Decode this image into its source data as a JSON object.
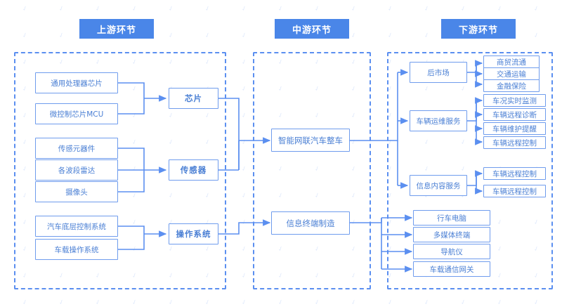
{
  "diagram": {
    "title_bar_color": "#4a86e8",
    "node_border_color": "#6f9ced",
    "node_text_color": "#4a7fd4",
    "container_border_color": "#5b8ff0",
    "wire_color": "#5b8ff0",
    "background": "#ffffff",
    "watermark_text": "✓"
  },
  "headers": [
    {
      "id": "upstream",
      "label": "上游环节"
    },
    {
      "id": "midstream",
      "label": "中游环节"
    },
    {
      "id": "downstream",
      "label": "下游环节"
    }
  ],
  "upstream": {
    "raw_materials": [
      {
        "label": "通用处理器芯片"
      },
      {
        "label": "微控制芯片MCU"
      },
      {
        "label": "传感元器件"
      },
      {
        "label": "各波段雷达"
      },
      {
        "label": "摄像头"
      },
      {
        "label": "汽车底层控制系统"
      },
      {
        "label": "车载操作系统"
      }
    ],
    "categories": [
      {
        "label": "芯片"
      },
      {
        "label": "传感器"
      },
      {
        "label": "操作系统"
      }
    ]
  },
  "midstream": {
    "nodes": [
      {
        "label": "智能网联汽车整车"
      },
      {
        "label": "信息终端制造"
      }
    ]
  },
  "downstream": {
    "services": [
      {
        "label": "后市场"
      },
      {
        "label": "车辆运维服务"
      },
      {
        "label": "信息内容服务"
      }
    ],
    "aftermarket_items": [
      {
        "label": "商贸流通"
      },
      {
        "label": "交通运输"
      },
      {
        "label": "金融保险"
      }
    ],
    "ops_items": [
      {
        "label": "车况实时监测"
      },
      {
        "label": "车辆远程诊断"
      },
      {
        "label": "车辆维护提醒"
      },
      {
        "label": "车辆远程控制"
      }
    ],
    "content_items": [
      {
        "label": "车辆远程控制"
      },
      {
        "label": "车辆远程控制"
      }
    ],
    "terminal_items": [
      {
        "label": "行车电脑"
      },
      {
        "label": "多媒体终端"
      },
      {
        "label": "导航仪"
      },
      {
        "label": "车载通信网关"
      }
    ]
  }
}
